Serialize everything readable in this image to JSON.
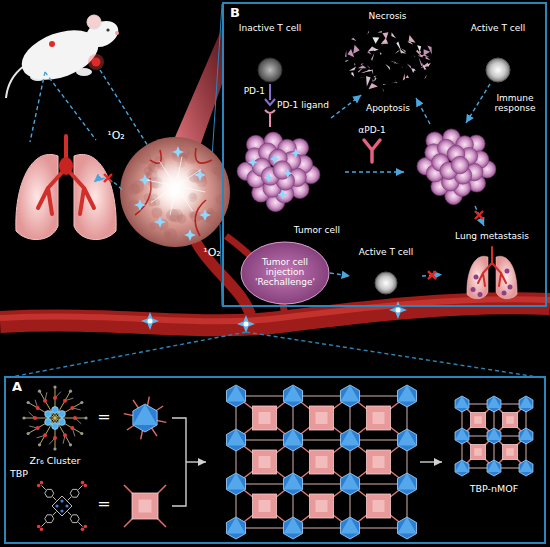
{
  "diagram": {
    "nodes": [
      {
        "text": [
          "B"
        ]
      },
      {
        "text": [
          "Inactive T cell"
        ],
        "in": 0
      },
      {
        "text": [
          "Necrosis"
        ],
        "in": 0
      },
      {
        "text": [
          "Active T cell"
        ],
        "in": 0
      },
      {
        "text": [
          "Tumor cell"
        ],
        "in": 0
      },
      {
        "text": [
          "Tumor cell injection 'Rechallenge'"
        ],
        "in": 0
      },
      {
        "text": [
          "Active T cell"
        ],
        "in": 0
      },
      {
        "text": [
          "Lung metastasis"
        ],
        "in": 0
      },
      {
        "text": [
          "A"
        ]
      }
    ],
    "edges": [
      {
        "from": 4,
        "to": 2,
        "arrow": "to"
      },
      {
        "from": 5,
        "to": 6,
        "arrow": "to"
      },
      {
        "from": 6,
        "to": 7,
        "arrow": "to"
      }
    ],
    "labels": [
      "¹O₂",
      "PD-1",
      "PD-1 ligand",
      "Apoptosis",
      "αPD-1",
      "Immune response",
      "¹O₂",
      "Zr₆ Cluster",
      "=",
      "TBP",
      "=",
      "TBP-nMOF"
    ]
  }
}
